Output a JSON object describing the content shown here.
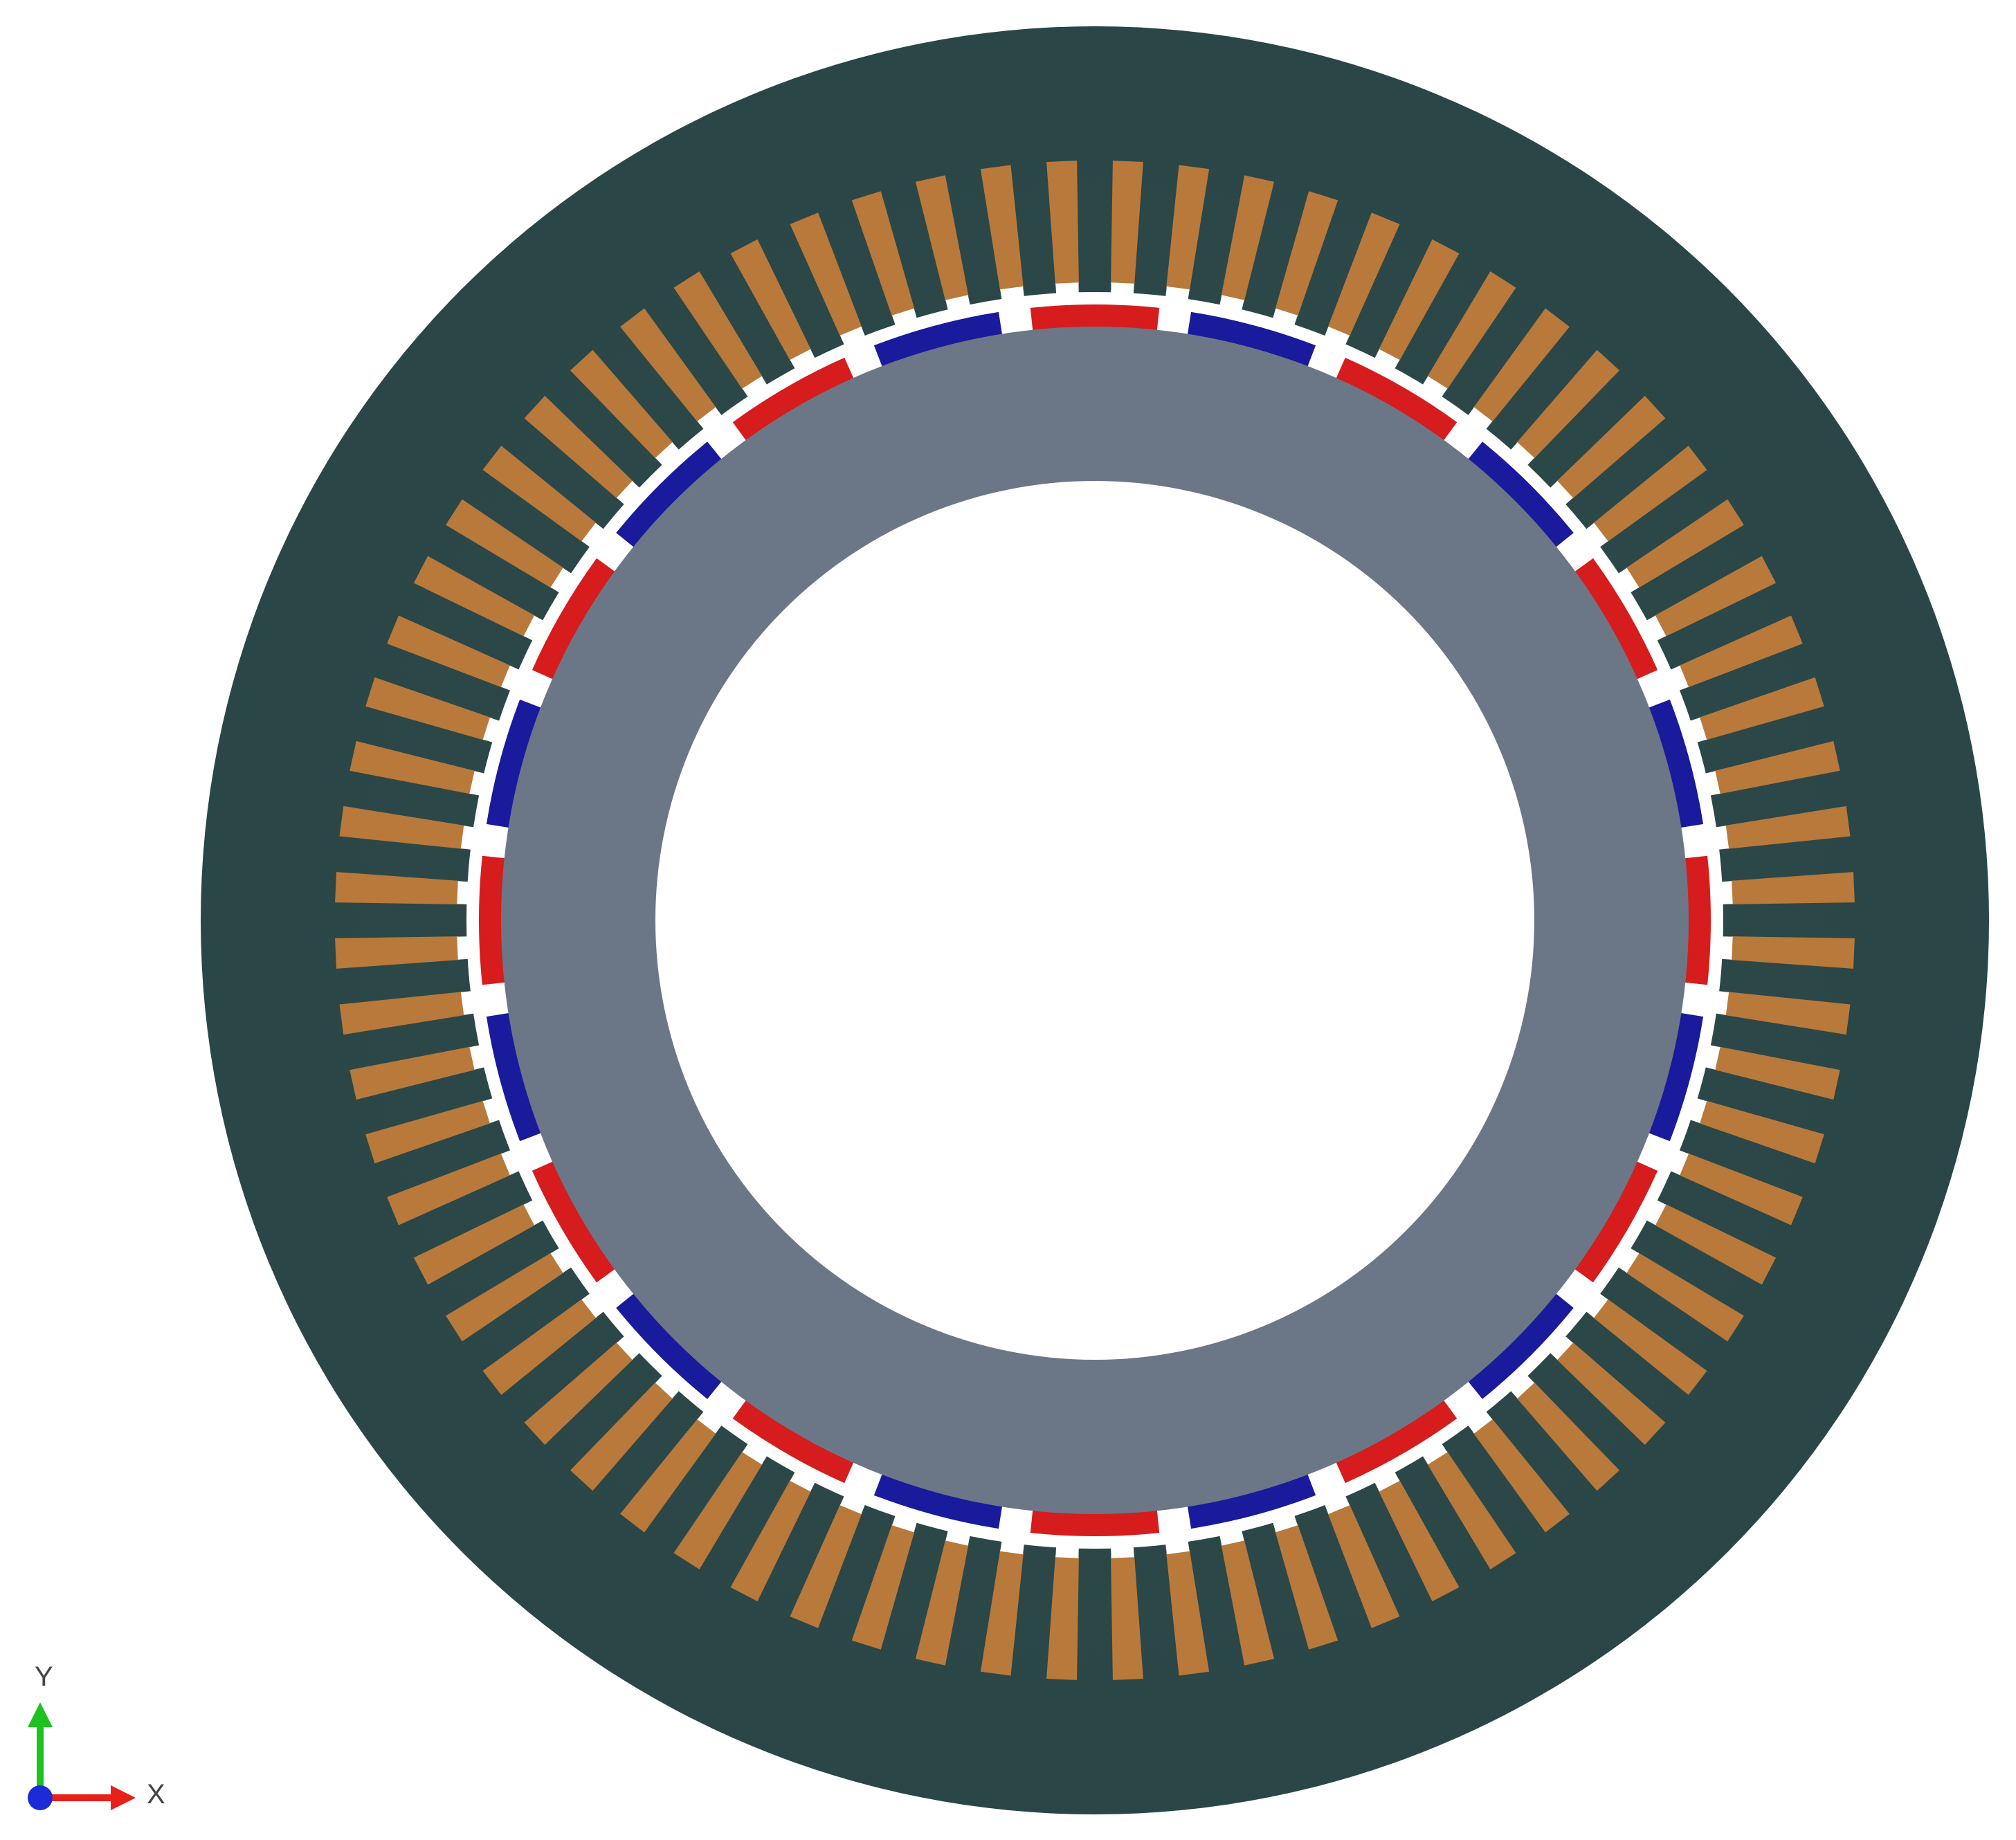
{
  "model": {
    "stator_slot_count": 72,
    "magnet_count": 24,
    "magnet_pattern": [
      "red",
      "blue"
    ],
    "colors": {
      "background": "#ffffff",
      "stator_core": "#2b4748",
      "stator_core_highlight": "#34504f",
      "winding": "#b8793b",
      "rotor_core": "#6b7787",
      "magnet_north": "#d61c1c",
      "magnet_south": "#1a1a9c",
      "air_gap": "#ffffff"
    }
  },
  "triad": {
    "x_label": "X",
    "y_label": "Y",
    "colors": {
      "x_axis": "#e8201c",
      "y_axis": "#1ec21e",
      "origin": "#1c2bd6"
    }
  }
}
